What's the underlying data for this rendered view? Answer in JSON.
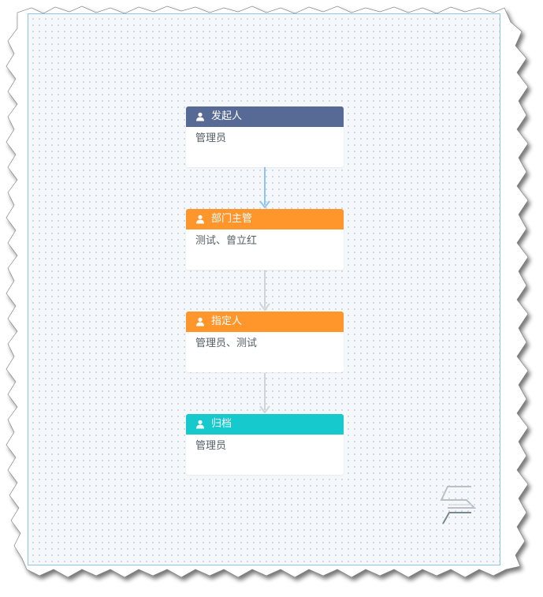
{
  "nodes": [
    {
      "title": "发起人",
      "body": "管理员",
      "color": "#576a95"
    },
    {
      "title": "部门主管",
      "body": "测试、曾立红",
      "color": "#ff962c"
    },
    {
      "title": "指定人",
      "body": "管理员、测试",
      "color": "#ff962c"
    },
    {
      "title": "归档",
      "body": "管理员",
      "color": "#15c9cd"
    }
  ],
  "colors": {
    "canvas_border": "#8fc3ea",
    "edge_active": "#8ec5f5",
    "edge_inactive": "#d2d5d8"
  },
  "icons": {
    "node_icon": "person-icon",
    "watermark": "s-logo-icon"
  }
}
